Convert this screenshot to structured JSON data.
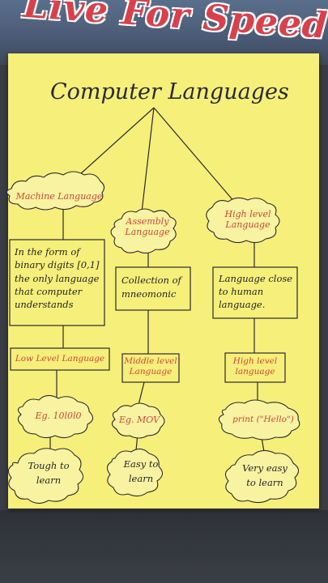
{
  "cover_text": "Live For Speed",
  "title": "Computer Languages",
  "branches": [
    {
      "name": "Machine Language",
      "description": "In the form of binary digits [0,1] the only language that computer understands",
      "level": "Low Level Language",
      "example": "Eg. 10l0l0",
      "difficulty": "Tough to learn"
    },
    {
      "name": "Assembly Language",
      "description": "Collection of mneomonic",
      "level": "Middle level Language",
      "example": "Eg. MOV",
      "difficulty": "Easy to learn"
    },
    {
      "name": "High level Language",
      "description": "Language close to human language.",
      "level": "High level language",
      "example": "print (\"Hello\")",
      "difficulty": "Very easy to learn"
    }
  ]
}
